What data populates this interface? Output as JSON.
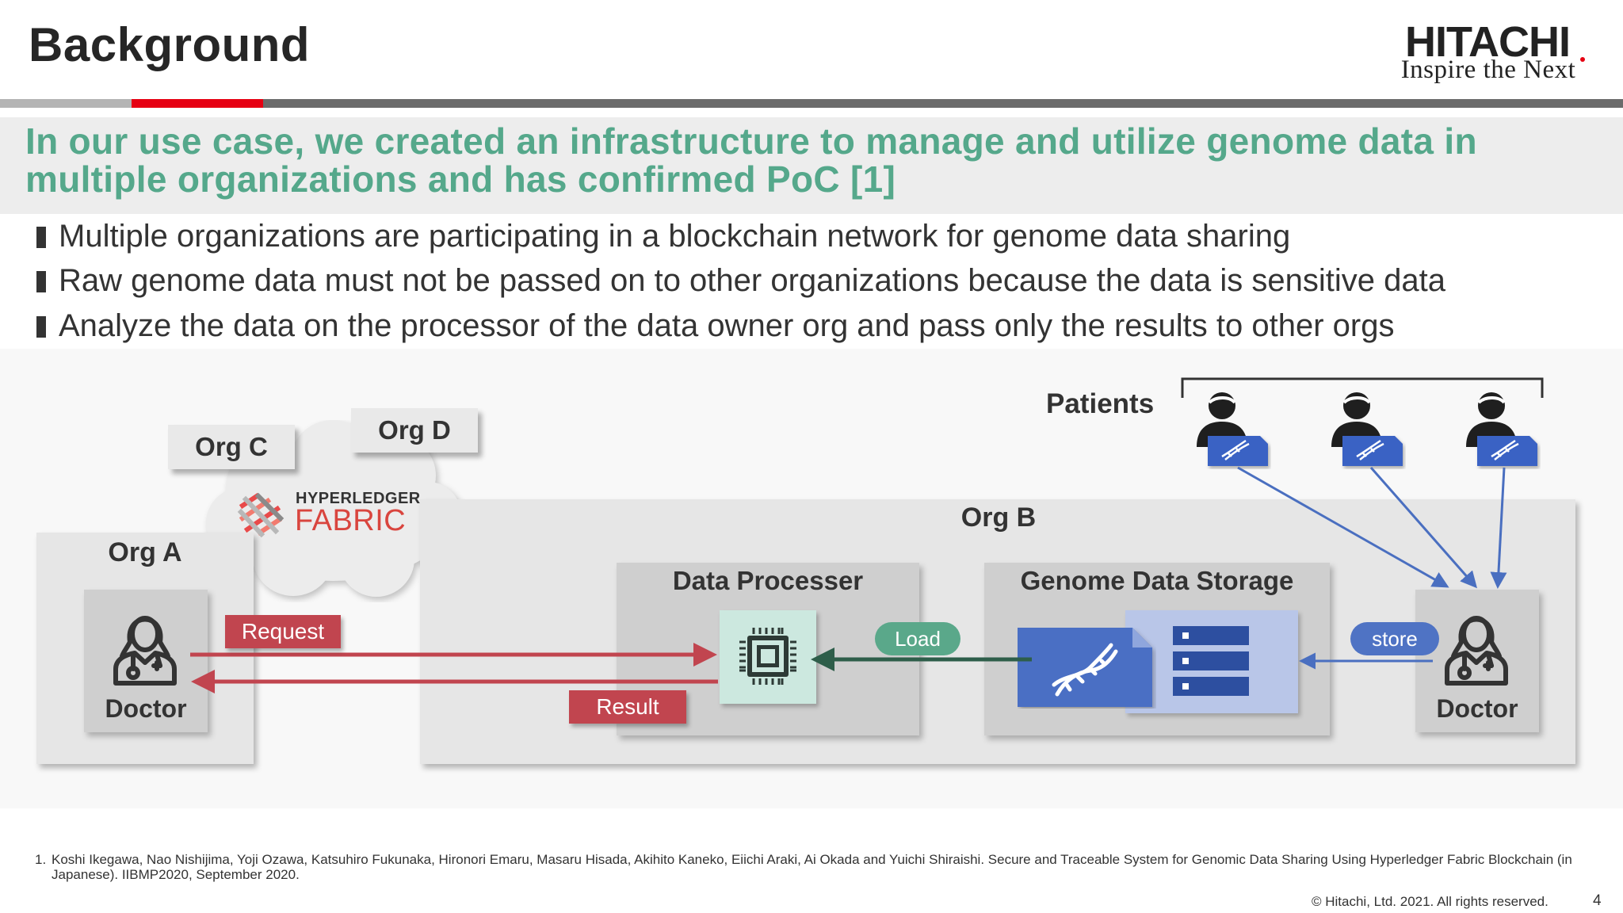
{
  "header": {
    "title": "Background",
    "logo_name": "HITACHI",
    "logo_tagline": "Inspire the Next",
    "accent_color": "#e60012"
  },
  "headline": "In our use case, we created an infrastructure to manage and utilize genome data in multiple organizations and has confirmed PoC [1]",
  "bullets": [
    "Multiple organizations are participating in a blockchain network for genome data sharing",
    "Raw genome data must not be passed on to other organizations because the data is sensitive data",
    "Analyze the data on the processor of the data owner org and pass only the results to other orgs"
  ],
  "diagram": {
    "org_a": {
      "label": "Org A",
      "doctor_label": "Doctor"
    },
    "org_b": {
      "label": "Org B",
      "data_processer_title": "Data Processer",
      "genome_storage_title": "Genome Data Storage",
      "doctor_label": "Doctor"
    },
    "org_c": "Org C",
    "org_d": "Org D",
    "fabric": {
      "line1": "HYPERLEDGER",
      "line2": "FABRIC"
    },
    "patients_label": "Patients",
    "request_label": "Request",
    "result_label": "Result",
    "load_label": "Load",
    "store_label": "store",
    "colors": {
      "request_arrow": "#c1454f",
      "load_arrow": "#2e5e4a",
      "patient_arrow": "#4a6fc0",
      "load_pill": "#5aa88a",
      "store_pill": "#4f73c4",
      "genome_file": "#4a6fc4",
      "storage_bg": "#b9c6e8",
      "chip_bg": "#cce8df"
    }
  },
  "footnote": {
    "number": "1.",
    "text": "Koshi Ikegawa, Nao Nishijima, Yoji Ozawa, Katsuhiro Fukunaka, Hironori Emaru, Masaru Hisada, Akihito Kaneko, Eiichi Araki, Ai Okada and Yuichi Shiraishi. Secure and Traceable System for Genomic Data Sharing Using Hyperledger Fabric Blockchain (in Japanese). IIBMP2020, September 2020."
  },
  "copyright": "© Hitachi, Ltd. 2021. All rights reserved.",
  "page_number": "4"
}
